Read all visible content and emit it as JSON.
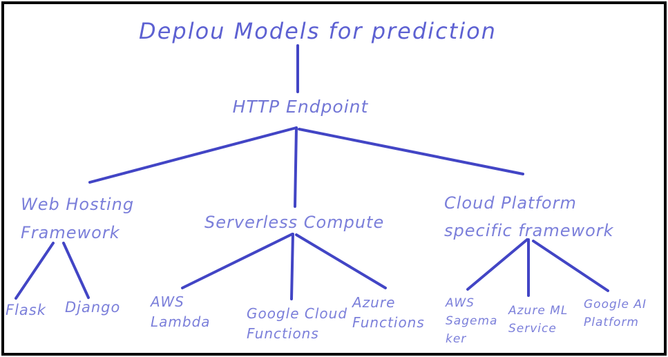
{
  "title": "Deplou Models for prediction",
  "root": {
    "label": "HTTP Endpoint"
  },
  "branches": [
    {
      "id": "web-hosting-framework",
      "lines": [
        "Web Hosting",
        "Framework"
      ],
      "children": [
        {
          "id": "flask",
          "lines": [
            "Flask"
          ]
        },
        {
          "id": "django",
          "lines": [
            "Django"
          ]
        }
      ]
    },
    {
      "id": "serverless-compute",
      "lines": [
        "Serverless Compute"
      ],
      "children": [
        {
          "id": "aws-lambda",
          "lines": [
            "AWS",
            "Lambda"
          ]
        },
        {
          "id": "google-cloud-functions",
          "lines": [
            "Google Cloud",
            "Functions"
          ]
        },
        {
          "id": "azure-functions",
          "lines": [
            "Azure",
            "Functions"
          ]
        }
      ]
    },
    {
      "id": "cloud-platform-specific-framework",
      "lines": [
        "Cloud Platform",
        "specific framework"
      ],
      "children": [
        {
          "id": "aws-sagemaker",
          "lines": [
            "AWS",
            "Sagema",
            "ker"
          ]
        },
        {
          "id": "azure-ml-service",
          "lines": [
            "Azure ML",
            "Service"
          ]
        },
        {
          "id": "google-ai-platform",
          "lines": [
            "Google AI",
            "Platform"
          ]
        }
      ]
    }
  ],
  "colors": {
    "edge": "#4245c5",
    "node_text": "#7b7fda",
    "title_text": "#5d61d2",
    "border": "#000000",
    "background": "#ffffff"
  }
}
